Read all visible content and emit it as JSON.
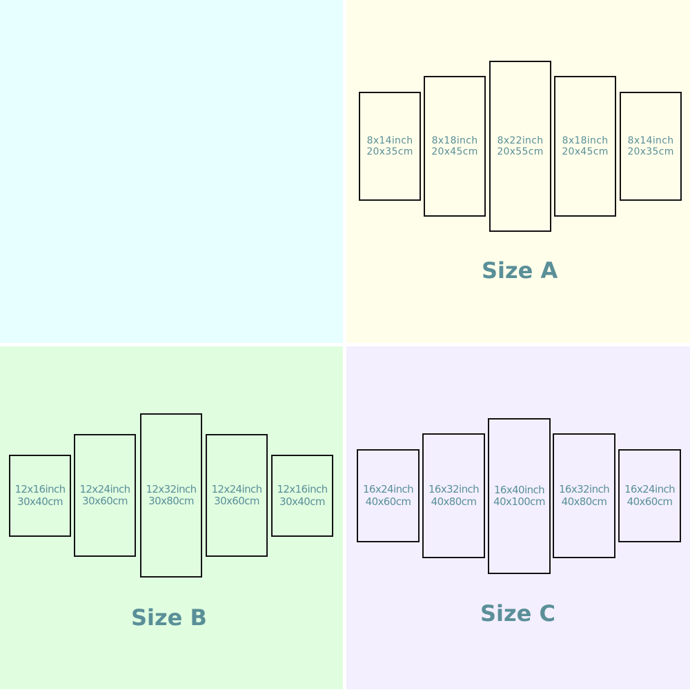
{
  "colors": {
    "quadrant_empty_bg": "#e7fffe",
    "quadrant_a_bg": "#fffeea",
    "quadrant_b_bg": "#e0fde0",
    "quadrant_c_bg": "#f3efff",
    "text": "#5a8f98",
    "frame_border": "#111111"
  },
  "size_a": {
    "title": "Size A",
    "panels": [
      {
        "inch": "8x14inch",
        "cm": "20x35cm"
      },
      {
        "inch": "8x18inch",
        "cm": "20x45cm"
      },
      {
        "inch": "8x22inch",
        "cm": "20x55cm"
      },
      {
        "inch": "8x18inch",
        "cm": "20x45cm"
      },
      {
        "inch": "8x14inch",
        "cm": "20x35cm"
      }
    ]
  },
  "size_b": {
    "title": "Size B",
    "panels": [
      {
        "inch": "12x16inch",
        "cm": "30x40cm"
      },
      {
        "inch": "12x24inch",
        "cm": "30x60cm"
      },
      {
        "inch": "12x32inch",
        "cm": "30x80cm"
      },
      {
        "inch": "12x24inch",
        "cm": "30x60cm"
      },
      {
        "inch": "12x16inch",
        "cm": "30x40cm"
      }
    ]
  },
  "size_c": {
    "title": "Size C",
    "panels": [
      {
        "inch": "16x24inch",
        "cm": "40x60cm"
      },
      {
        "inch": "16x32inch",
        "cm": "40x80cm"
      },
      {
        "inch": "16x40inch",
        "cm": "40x100cm"
      },
      {
        "inch": "16x32inch",
        "cm": "40x80cm"
      },
      {
        "inch": "16x24inch",
        "cm": "40x60cm"
      }
    ]
  }
}
